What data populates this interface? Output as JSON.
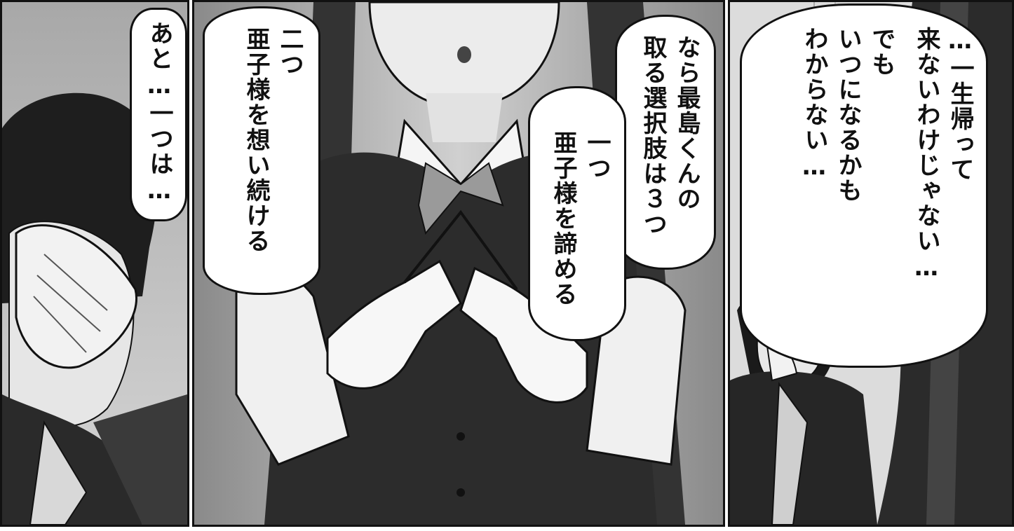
{
  "panels": [
    {
      "id": "panel-left",
      "bubbles": [
        {
          "lines": [
            "あと…一つは…"
          ]
        }
      ]
    },
    {
      "id": "panel-center",
      "bubbles": [
        {
          "lines": [
            "二つ",
            "亜子様を想い続ける"
          ]
        },
        {
          "lines": [
            "なら最島くんの",
            "取る選択肢は３つ"
          ]
        },
        {
          "lines": [
            "一つ",
            "亜子様を諦める"
          ]
        }
      ]
    },
    {
      "id": "panel-right",
      "bubbles": [
        {
          "lines": [
            "…一生帰って",
            "来ないわけじゃない…",
            "でも",
            "いつになるかも",
            "わからない…"
          ]
        }
      ]
    }
  ],
  "colors": {
    "ink": "#111111",
    "paper": "#ffffff",
    "shade_dark": "#2a2a2a",
    "shade_mid": "#7a7a7a",
    "shade_light": "#c8c8c8"
  }
}
